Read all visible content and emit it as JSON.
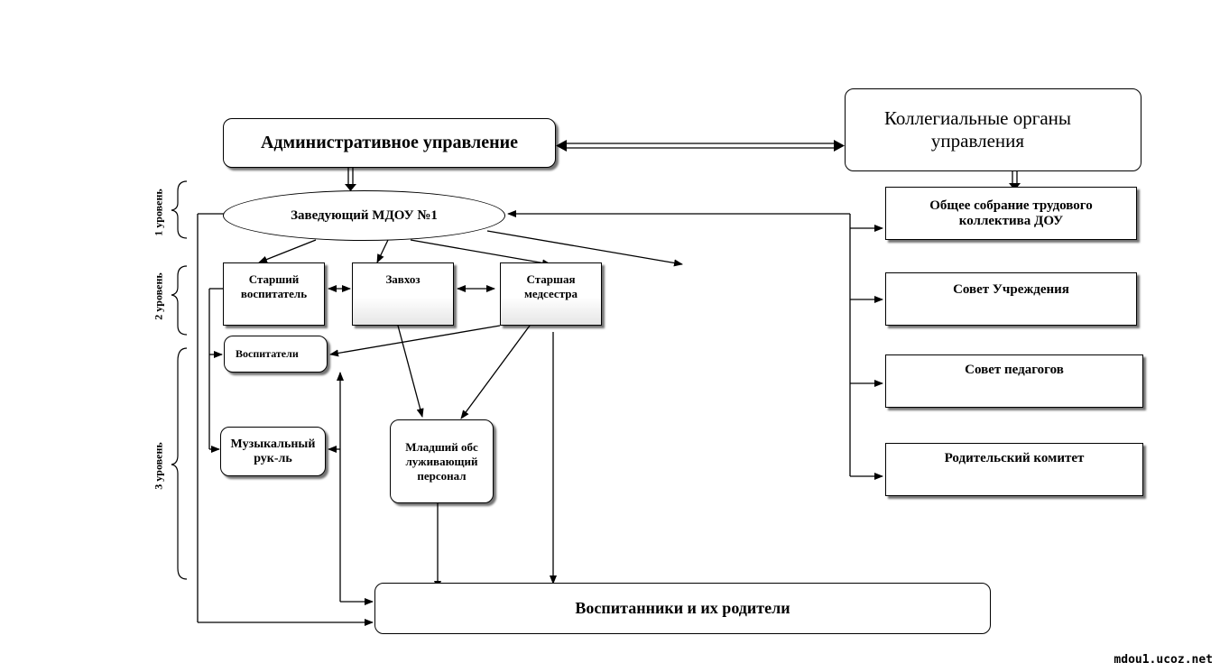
{
  "diagram": {
    "admin": "Административное  управление",
    "collegial": "Коллегиальные органы управления",
    "head": "Заведующий МДОУ №1",
    "senior_educator": "Старший воспитатель",
    "supply_manager": "Завхоз",
    "senior_nurse": "Старшая медсестра",
    "educators": "Воспитатели",
    "music_director": "Музыкальный рук-ль",
    "junior_staff": "Младший обслуживающий персонал",
    "pupils_parents": "Воспитанники и их родители",
    "general_meeting": "Общее собрание трудового коллектива ДОУ",
    "council": "Совет Учреждения",
    "pedagogical_council": "Совет педагогов",
    "parents_committee": "Родительский комитет",
    "levels": [
      "1 уровень",
      "2 уровень",
      "3 уровень"
    ]
  },
  "watermark": "mdou1.ucoz.net"
}
